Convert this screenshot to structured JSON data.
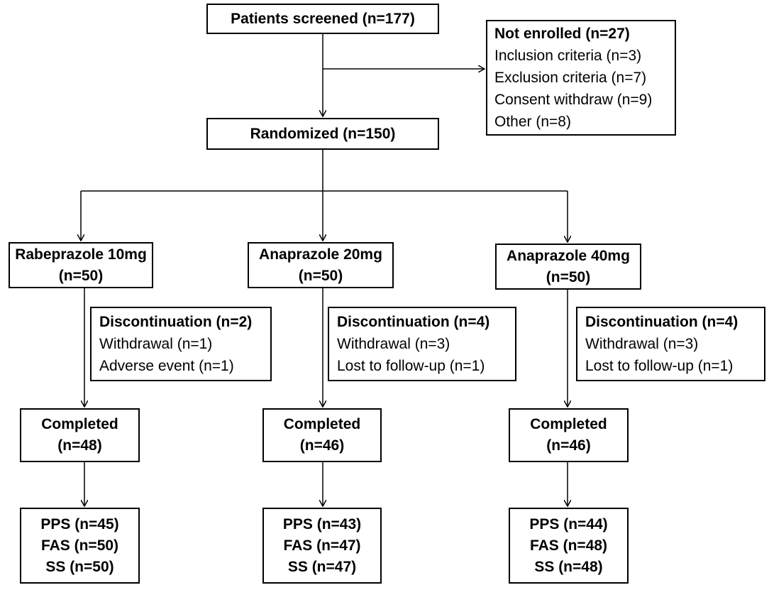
{
  "screened": {
    "label": "Patients screened (n=177)"
  },
  "not_enrolled": {
    "title": "Not enrolled (n=27)",
    "reasons": [
      "Inclusion criteria (n=3)",
      "Exclusion criteria (n=7)",
      "Consent withdraw (n=9)",
      "Other (n=8)"
    ]
  },
  "randomized": {
    "label": "Randomized (n=150)"
  },
  "arms": [
    {
      "name": "Rabeprazole 10mg",
      "n": "(n=50)",
      "discontinuation": {
        "title": "Discontinuation (n=2)",
        "reasons": [
          "Withdrawal (n=1)",
          "Adverse event (n=1)"
        ]
      },
      "completed": {
        "label": "Completed",
        "n": "(n=48)"
      },
      "sets": [
        "PPS (n=45)",
        "FAS (n=50)",
        "SS (n=50)"
      ]
    },
    {
      "name": "Anaprazole 20mg",
      "n": "(n=50)",
      "discontinuation": {
        "title": "Discontinuation (n=4)",
        "reasons": [
          "Withdrawal (n=3)",
          "Lost to follow-up (n=1)"
        ]
      },
      "completed": {
        "label": "Completed",
        "n": "(n=46)"
      },
      "sets": [
        "PPS (n=43)",
        "FAS (n=47)",
        "SS (n=47)"
      ]
    },
    {
      "name": "Anaprazole 40mg",
      "n": "(n=50)",
      "discontinuation": {
        "title": "Discontinuation (n=4)",
        "reasons": [
          "Withdrawal (n=3)",
          "Lost to follow-up (n=1)"
        ]
      },
      "completed": {
        "label": "Completed",
        "n": "(n=46)"
      },
      "sets": [
        "PPS (n=44)",
        "FAS (n=48)",
        "SS (n=48)"
      ]
    }
  ]
}
